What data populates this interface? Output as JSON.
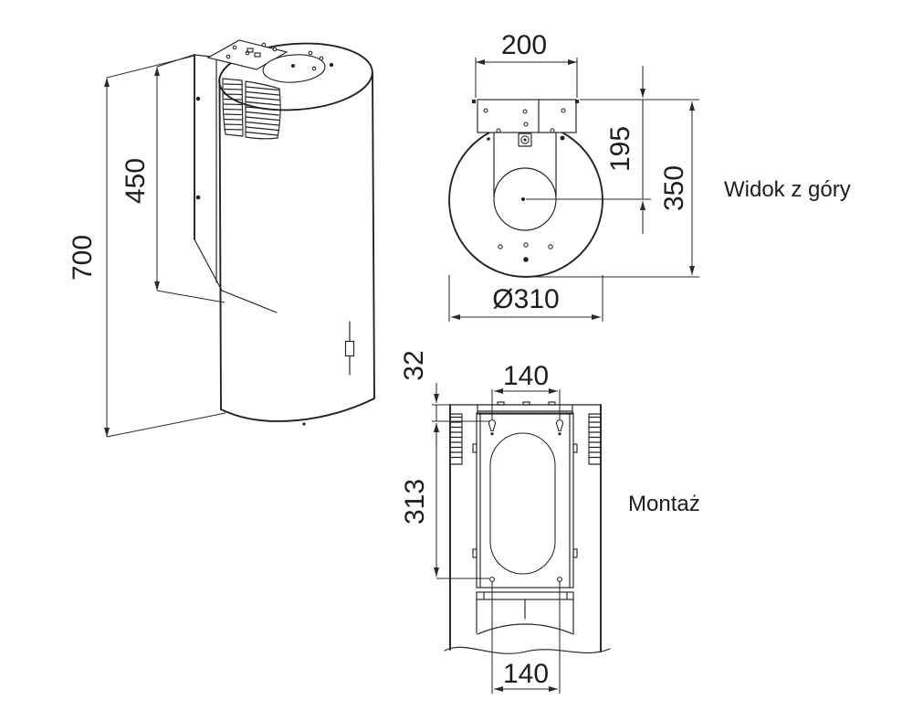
{
  "colors": {
    "line": "#232323",
    "background": "#ffffff"
  },
  "iso": {
    "dim_height_total": "700",
    "dim_bracket_height": "450"
  },
  "top_view": {
    "title": "Widok z góry",
    "dim_flange_width": "200",
    "dim_center_depth": "195",
    "dim_total_depth": "350",
    "dim_diameter": "Ø310"
  },
  "mount_view": {
    "title": "Montaż",
    "dim_top_offset": "32",
    "dim_hole_spacing_top": "140",
    "dim_hole_drop": "313",
    "dim_hole_spacing_bottom": "140"
  }
}
